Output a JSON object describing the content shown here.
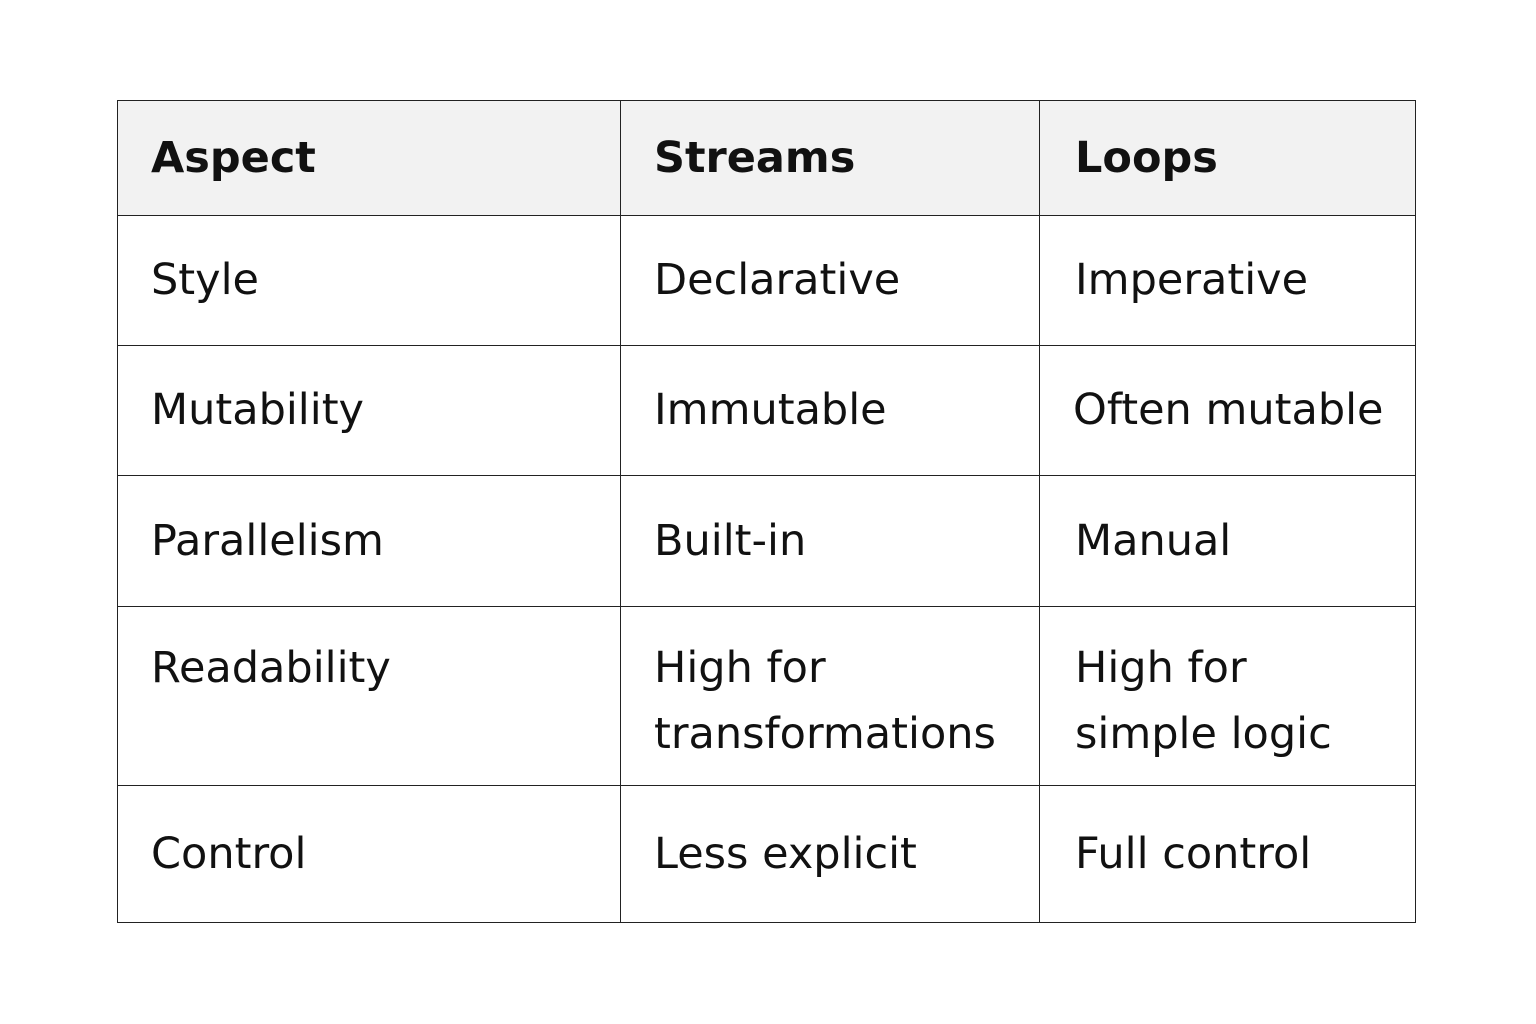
{
  "table": {
    "headers": [
      "Aspect",
      "Streams",
      "Loops"
    ],
    "rows": [
      [
        "Style",
        "Declarative",
        "Imperative"
      ],
      [
        "Mutability",
        "Immutable",
        "Often mutable"
      ],
      [
        "Parallelism",
        "Built-in",
        "Manual"
      ],
      [
        "Readability",
        "High for transformations",
        "High for simple logic"
      ],
      [
        "Control",
        "Less explicit",
        "Full control"
      ]
    ],
    "header_background": "#f2f2f2"
  }
}
